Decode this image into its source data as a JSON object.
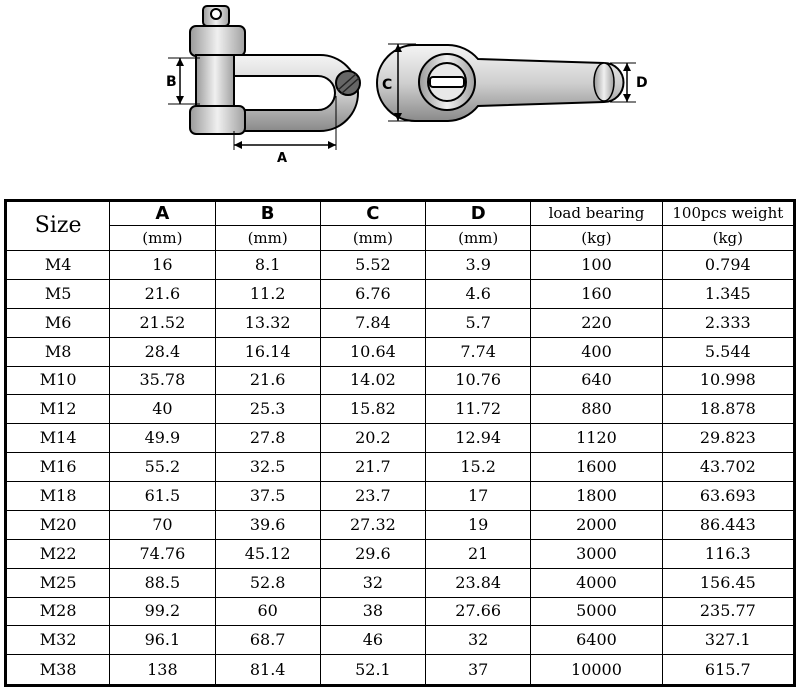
{
  "diagram": {
    "labels": {
      "a": "A",
      "b": "B",
      "c": "C",
      "d": "D"
    }
  },
  "table": {
    "size_header": "Size",
    "columns": [
      {
        "name": "A",
        "unit": "(mm)"
      },
      {
        "name": "B",
        "unit": "(mm)"
      },
      {
        "name": "C",
        "unit": "(mm)"
      },
      {
        "name": "D",
        "unit": "(mm)"
      },
      {
        "name": "load bearing",
        "unit": "(kg)"
      },
      {
        "name": "100pcs weight",
        "unit": "(kg)"
      }
    ],
    "rows": [
      [
        "M4",
        "16",
        "8.1",
        "5.52",
        "3.9",
        "100",
        "0.794"
      ],
      [
        "M5",
        "21.6",
        "11.2",
        "6.76",
        "4.6",
        "160",
        "1.345"
      ],
      [
        "M6",
        "21.52",
        "13.32",
        "7.84",
        "5.7",
        "220",
        "2.333"
      ],
      [
        "M8",
        "28.4",
        "16.14",
        "10.64",
        "7.74",
        "400",
        "5.544"
      ],
      [
        "M10",
        "35.78",
        "21.6",
        "14.02",
        "10.76",
        "640",
        "10.998"
      ],
      [
        "M12",
        "40",
        "25.3",
        "15.82",
        "11.72",
        "880",
        "18.878"
      ],
      [
        "M14",
        "49.9",
        "27.8",
        "20.2",
        "12.94",
        "1120",
        "29.823"
      ],
      [
        "M16",
        "55.2",
        "32.5",
        "21.7",
        "15.2",
        "1600",
        "43.702"
      ],
      [
        "M18",
        "61.5",
        "37.5",
        "23.7",
        "17",
        "1800",
        "63.693"
      ],
      [
        "M20",
        "70",
        "39.6",
        "27.32",
        "19",
        "2000",
        "86.443"
      ],
      [
        "M22",
        "74.76",
        "45.12",
        "29.6",
        "21",
        "3000",
        "116.3"
      ],
      [
        "M25",
        "88.5",
        "52.8",
        "32",
        "23.84",
        "4000",
        "156.45"
      ],
      [
        "M28",
        "99.2",
        "60",
        "38",
        "27.66",
        "5000",
        "235.77"
      ],
      [
        "M32",
        "96.1",
        "68.7",
        "46",
        "32",
        "6400",
        "327.1"
      ],
      [
        "M38",
        "138",
        "81.4",
        "52.1",
        "37",
        "10000",
        "615.7"
      ]
    ]
  }
}
